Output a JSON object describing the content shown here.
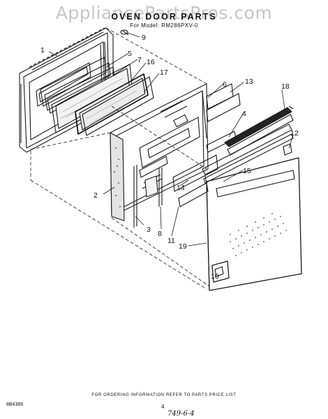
{
  "header": {
    "watermark": "AppliancePartsPros.com",
    "title": "OVEN DOOR PARTS",
    "subtitle": "For Model: RM286PXV-0"
  },
  "callouts": [
    "1",
    "2",
    "3",
    "4",
    "5",
    "6",
    "7",
    "8",
    "9",
    "10",
    "11",
    "12",
    "13",
    "14",
    "15",
    "16",
    "17",
    "18",
    "19"
  ],
  "footer": {
    "ordering_note": "FOR ORDERING INFORMATION REFER TO PARTS PRICE LIST",
    "figure_code": "8B4389",
    "page_number": "4",
    "handwritten": "749-6-4"
  }
}
